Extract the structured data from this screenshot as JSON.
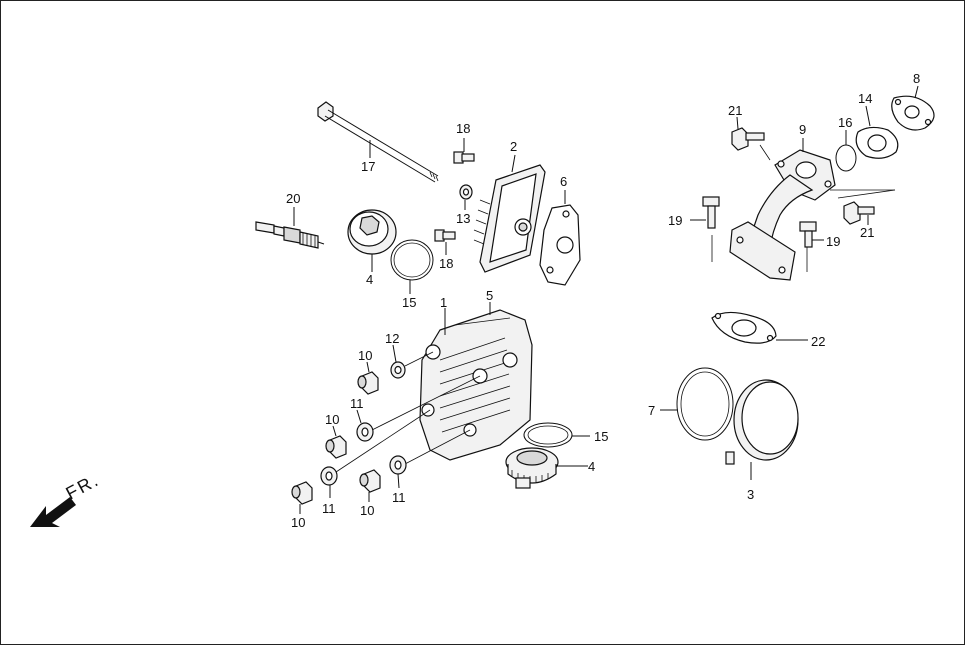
{
  "direction_label": "FR.",
  "callouts": [
    {
      "id": "c1",
      "text": "1"
    },
    {
      "id": "c2",
      "text": "2"
    },
    {
      "id": "c3",
      "text": "3"
    },
    {
      "id": "c4a",
      "text": "4"
    },
    {
      "id": "c4b",
      "text": "4"
    },
    {
      "id": "c5",
      "text": "5"
    },
    {
      "id": "c6",
      "text": "6"
    },
    {
      "id": "c7",
      "text": "7"
    },
    {
      "id": "c8",
      "text": "8"
    },
    {
      "id": "c9",
      "text": "9"
    },
    {
      "id": "c10a",
      "text": "10"
    },
    {
      "id": "c10b",
      "text": "10"
    },
    {
      "id": "c10c",
      "text": "10"
    },
    {
      "id": "c10d",
      "text": "10"
    },
    {
      "id": "c11a",
      "text": "11"
    },
    {
      "id": "c11b",
      "text": "11"
    },
    {
      "id": "c11c",
      "text": "11"
    },
    {
      "id": "c12",
      "text": "12"
    },
    {
      "id": "c13",
      "text": "13"
    },
    {
      "id": "c14",
      "text": "14"
    },
    {
      "id": "c15a",
      "text": "15"
    },
    {
      "id": "c15b",
      "text": "15"
    },
    {
      "id": "c16",
      "text": "16"
    },
    {
      "id": "c17",
      "text": "17"
    },
    {
      "id": "c18a",
      "text": "18"
    },
    {
      "id": "c18b",
      "text": "18"
    },
    {
      "id": "c19a",
      "text": "19"
    },
    {
      "id": "c19b",
      "text": "19"
    },
    {
      "id": "c20",
      "text": "20"
    },
    {
      "id": "c21a",
      "text": "21"
    },
    {
      "id": "c21b",
      "text": "21"
    },
    {
      "id": "c22",
      "text": "22"
    }
  ]
}
